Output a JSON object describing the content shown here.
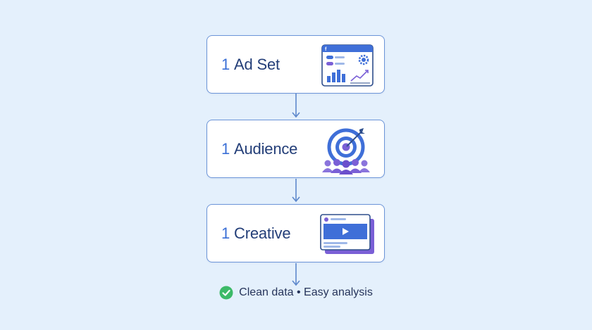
{
  "steps": [
    {
      "number": "1",
      "label": "Ad Set",
      "icon": "ad-dashboard-icon"
    },
    {
      "number": "1",
      "label": "Audience",
      "icon": "audience-target-icon"
    },
    {
      "number": "1",
      "label": "Creative",
      "icon": "video-creative-icon"
    }
  ],
  "footer": {
    "text": "Clean data • Easy analysis",
    "icon": "check-circle-icon"
  },
  "colors": {
    "background": "#e4f0fc",
    "card_border": "#6c95d8",
    "number": "#3a6fd6",
    "label": "#233e78",
    "accent_blue": "#3f6fd8",
    "accent_purple": "#7a5fd6",
    "check_green": "#3cba68"
  }
}
